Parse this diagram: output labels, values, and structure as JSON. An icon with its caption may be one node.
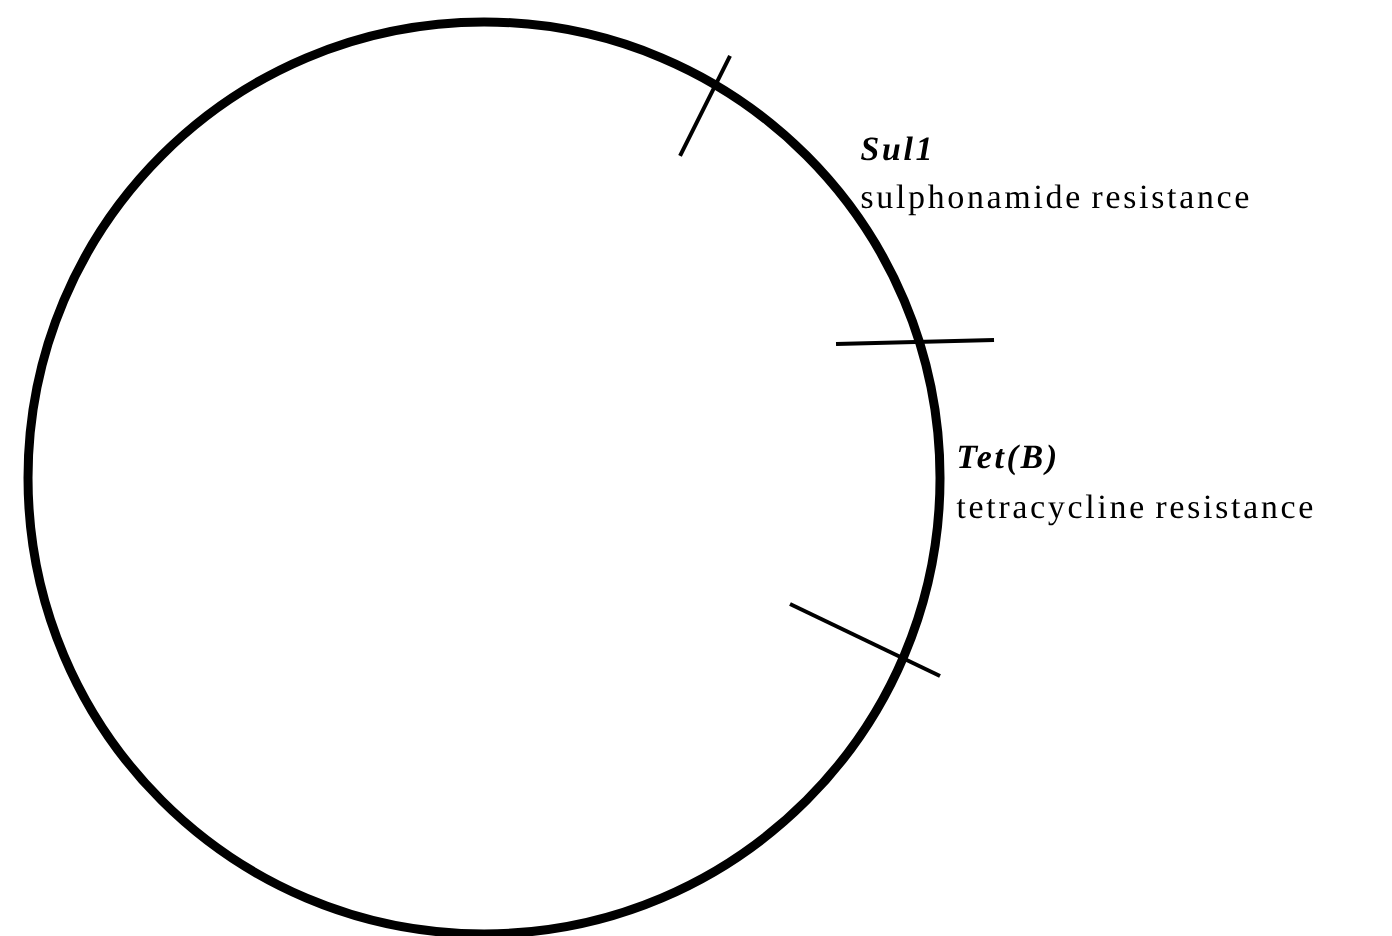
{
  "diagram": {
    "labels": [
      "Sul1",
      "sulphonamide resistance",
      "Tet(B)",
      "tetracycline resistance"
    ]
  }
}
